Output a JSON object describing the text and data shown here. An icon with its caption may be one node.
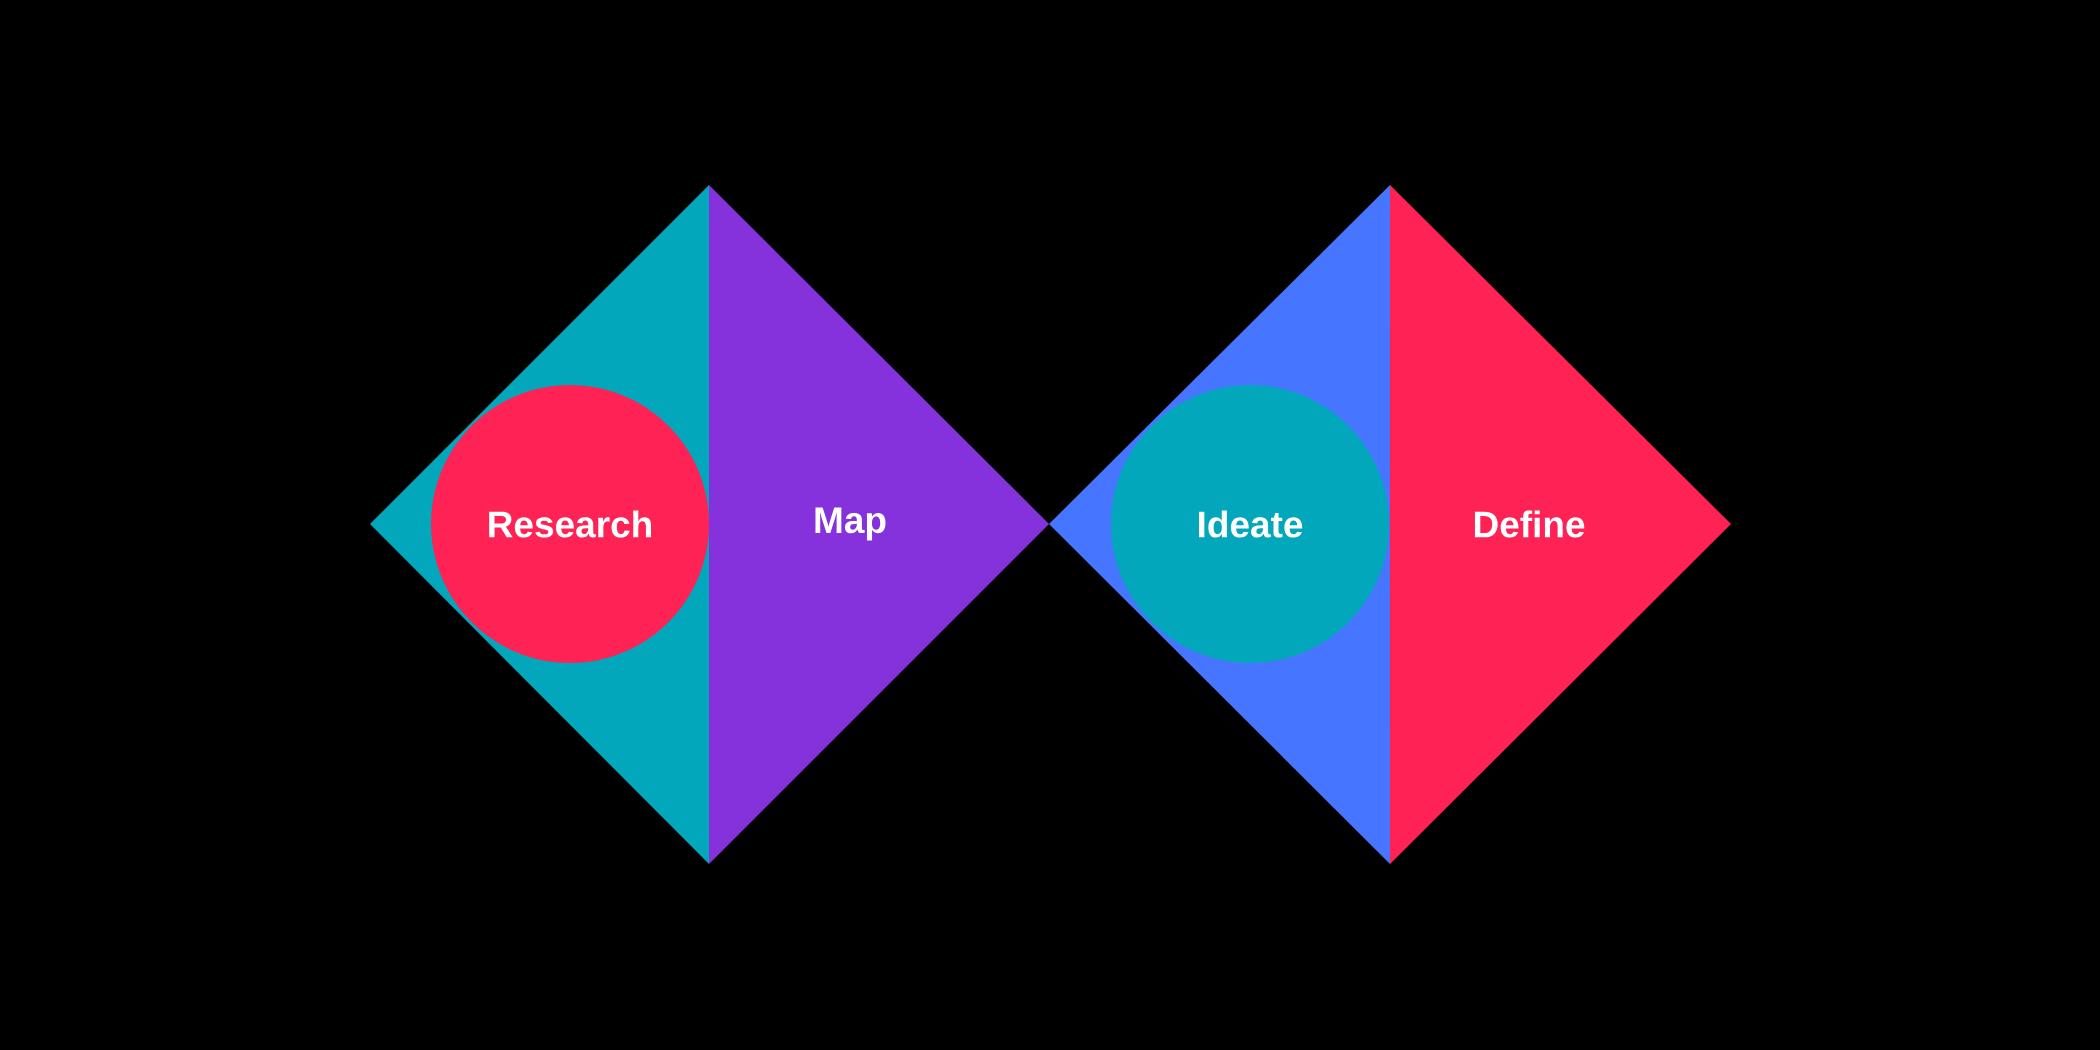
{
  "diagram": {
    "nodes": [
      {
        "text": [],
        "shape": "triangle"
      },
      {
        "text": [
          "Research"
        ],
        "in": 0
      },
      {
        "text": [
          "Map"
        ]
      },
      {
        "text": [],
        "shape": "triangle"
      },
      {
        "text": [
          "Ideate"
        ],
        "in": 3
      },
      {
        "text": [
          "Define"
        ]
      }
    ]
  }
}
